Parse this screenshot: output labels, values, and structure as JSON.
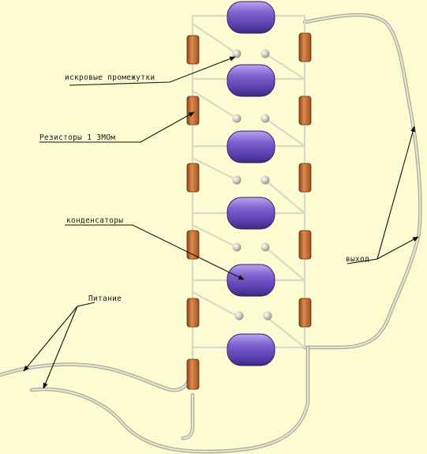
{
  "labels": {
    "spark_gaps": "искровые промежутки",
    "resistors": "Резисторы 1   3МОм",
    "capacitors": "конденсаторы",
    "power": "Питание",
    "output": "выход"
  },
  "colors": {
    "background": "#fdfbd1",
    "capacitor": "#7c5ec9",
    "resistor": "#c9703a",
    "wire": "#e3e3d2",
    "spark_ball": "#c9cbbb",
    "leader": "#111111"
  }
}
